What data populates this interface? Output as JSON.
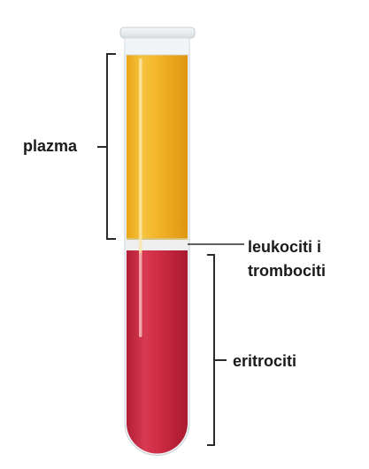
{
  "labels": {
    "plasma": "plazma",
    "leukocytes_line1": "leukociti  i",
    "leukocytes_line2": "trombociti",
    "erythrocytes": "eritrociti"
  },
  "colors": {
    "plasma": "#f2b320",
    "buffy_coat": "#ededed",
    "erythrocytes": "#c9283f",
    "glass": "#e9eef1",
    "bracket": "#2b2b2b"
  }
}
